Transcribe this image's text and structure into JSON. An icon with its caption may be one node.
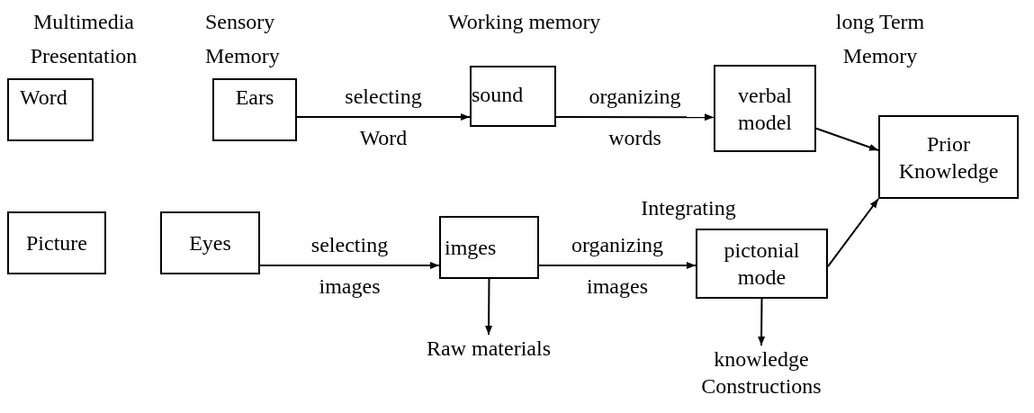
{
  "diagram": {
    "nodes": [
      {
        "text": [
          "Word"
        ]
      },
      {
        "text": [
          "Ears"
        ]
      },
      {
        "text": [
          "sound"
        ]
      },
      {
        "text": [
          "verbal model"
        ]
      },
      {
        "text": [
          "Prior Knowledge"
        ]
      },
      {
        "text": [
          "Picture"
        ]
      },
      {
        "text": [
          "Eyes"
        ]
      },
      {
        "text": [
          "imges"
        ]
      },
      {
        "text": [
          "pictonial mode"
        ]
      },
      {
        "text": [
          "Raw materials"
        ]
      },
      {
        "text": [
          "knowledge Constructions"
        ]
      }
    ],
    "edges": [
      {
        "from": 1,
        "to": 2,
        "arrow": "to",
        "label": "selecting Word"
      },
      {
        "from": 2,
        "to": 3,
        "arrow": "to",
        "label": "organizing words"
      },
      {
        "from": 3,
        "to": 4,
        "arrow": "to"
      },
      {
        "from": 6,
        "to": 7,
        "arrow": "to",
        "label": "selecting images"
      },
      {
        "from": 7,
        "to": 8,
        "arrow": "to",
        "label": "organizing images"
      },
      {
        "from": 8,
        "to": 4,
        "arrow": "to"
      },
      {
        "from": 7,
        "to": 9,
        "arrow": "to"
      },
      {
        "from": 8,
        "to": 10,
        "arrow": "to"
      }
    ],
    "labels": [
      "Multimedia Presentation",
      "Sensory Memory",
      "Working memory",
      "long Term Memory",
      "Integrating"
    ]
  }
}
